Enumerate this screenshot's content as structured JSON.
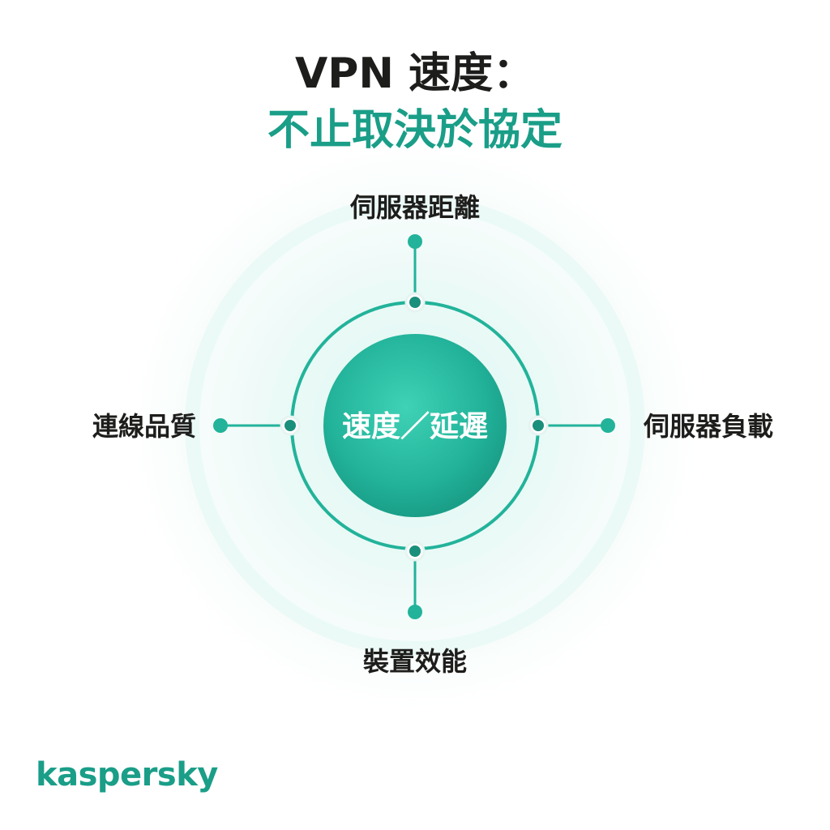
{
  "title": {
    "line1": "VPN 速度：",
    "line2": "不止取決於協定"
  },
  "diagram": {
    "center_label": "速度／延遲",
    "factors": {
      "top": "伺服器距離",
      "right": "伺服器負載",
      "bottom": "裝置效能",
      "left": "連線品質"
    }
  },
  "brand": {
    "logo_text": "kaspersky"
  },
  "colors": {
    "accent": "#1a9e88",
    "accent_light": "#2fc4a8",
    "text": "#1d1d1b",
    "background": "#ffffff"
  }
}
